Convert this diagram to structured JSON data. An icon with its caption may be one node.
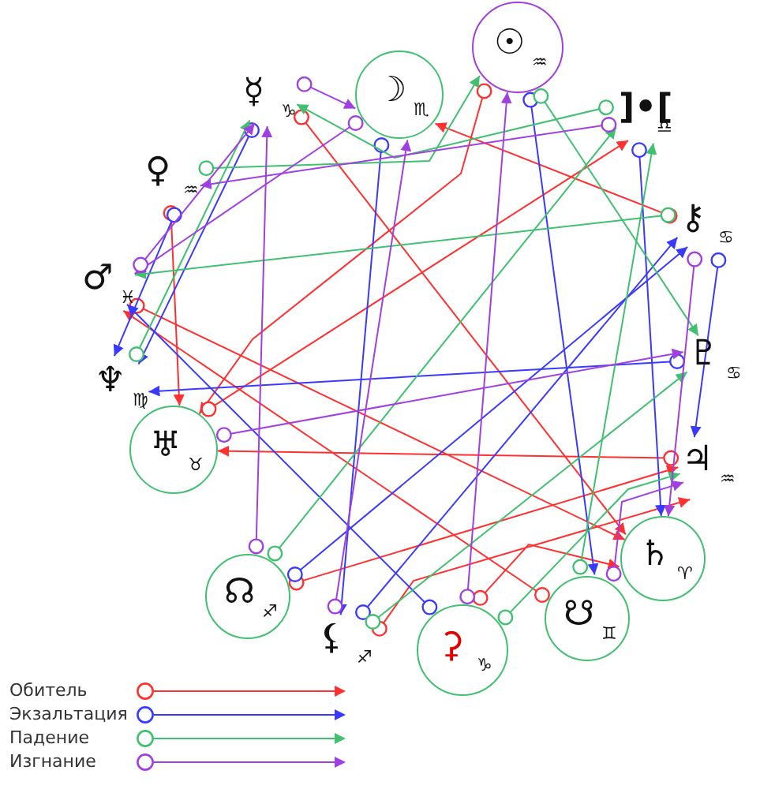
{
  "diagram": {
    "nodes": [
      {
        "text": [
          "☽",
          "♏"
        ]
      },
      {
        "text": [
          "☉",
          "♒"
        ]
      },
      {
        "text": [
          "]•[",
          "♎"
        ]
      },
      {
        "text": [
          "⚷",
          "♋"
        ]
      },
      {
        "text": [
          "♇",
          "♋"
        ]
      },
      {
        "text": [
          "♃",
          "♒"
        ]
      },
      {
        "text": [
          "♄",
          "♈"
        ]
      },
      {
        "text": [
          "☋",
          "♊"
        ]
      },
      {
        "text": [
          "⚳",
          "♑"
        ]
      },
      {
        "text": [
          "⚸",
          "♐"
        ]
      },
      {
        "text": [
          "☊",
          "♐"
        ]
      },
      {
        "text": [
          "♅",
          "♉"
        ]
      },
      {
        "text": [
          "♆",
          "♍"
        ]
      },
      {
        "text": [
          "♂",
          "♓"
        ]
      },
      {
        "text": [
          "♀",
          "♒"
        ]
      },
      {
        "text": [
          "☿",
          "♑"
        ]
      }
    ],
    "edges": [
      {
        "from": 15,
        "to": 6,
        "arrow": "to",
        "color": "#ff3030"
      },
      {
        "from": 14,
        "to": 11,
        "arrow": "to",
        "color": "#ff3030"
      },
      {
        "from": 1,
        "to": 11,
        "arrow": "to",
        "color": "#ff3030"
      },
      {
        "from": 3,
        "to": 0,
        "arrow": "to",
        "color": "#ff3030"
      },
      {
        "from": 5,
        "to": 11,
        "arrow": "to",
        "color": "#ff3030"
      },
      {
        "from": 8,
        "to": 6,
        "arrow": "to",
        "color": "#ff3030"
      },
      {
        "from": 10,
        "to": 5,
        "arrow": "to",
        "color": "#ff3030"
      },
      {
        "from": 9,
        "to": 5,
        "arrow": "to",
        "color": "#ff3030"
      },
      {
        "from": 7,
        "to": 13,
        "arrow": "to",
        "color": "#ff3030"
      },
      {
        "from": 13,
        "to": 6,
        "arrow": "to",
        "color": "#ff3030"
      },
      {
        "from": 11,
        "to": 2,
        "arrow": "to",
        "color": "#ff3030"
      },
      {
        "from": 15,
        "to": 12,
        "arrow": "to",
        "color": "#3a3aff"
      },
      {
        "from": 0,
        "to": 9,
        "arrow": "to",
        "color": "#3a3aff"
      },
      {
        "from": 1,
        "to": 7,
        "arrow": "to",
        "color": "#3a3aff"
      },
      {
        "from": 2,
        "to": 6,
        "arrow": "to",
        "color": "#3a3aff"
      },
      {
        "from": 3,
        "to": 5,
        "arrow": "to",
        "color": "#3a3aff"
      },
      {
        "from": 4,
        "to": 12,
        "arrow": "to",
        "color": "#3a3aff"
      },
      {
        "from": 10,
        "to": 3,
        "arrow": "to",
        "color": "#3a3aff"
      },
      {
        "from": 9,
        "to": 3,
        "arrow": "to",
        "color": "#3a3aff"
      },
      {
        "from": 8,
        "to": 13,
        "arrow": "to",
        "color": "#3a3aff"
      },
      {
        "from": 14,
        "to": 12,
        "arrow": "to",
        "color": "#3a3aff"
      },
      {
        "from": 12,
        "to": 15,
        "arrow": "to",
        "color": "#40c070"
      },
      {
        "from": 3,
        "to": 13,
        "arrow": "to",
        "color": "#40c070"
      },
      {
        "from": 10,
        "to": 2,
        "arrow": "to",
        "color": "#40c070"
      },
      {
        "from": 8,
        "to": 5,
        "arrow": "to",
        "color": "#40c070"
      },
      {
        "from": 7,
        "to": 2,
        "arrow": "to",
        "color": "#40c070"
      },
      {
        "from": 9,
        "to": 4,
        "arrow": "to",
        "color": "#40c070"
      },
      {
        "from": 2,
        "to": 15,
        "arrow": "to",
        "color": "#40c070"
      },
      {
        "from": 14,
        "to": 1,
        "arrow": "to",
        "color": "#40c070"
      },
      {
        "from": 1,
        "to": 4,
        "arrow": "to",
        "color": "#40c070"
      },
      {
        "from": 15,
        "to": 0,
        "arrow": "to",
        "color": "#a040e0"
      },
      {
        "from": 0,
        "to": 13,
        "arrow": "to",
        "color": "#a040e0"
      },
      {
        "from": 13,
        "to": 15,
        "arrow": "to",
        "color": "#a040e0"
      },
      {
        "from": 2,
        "to": 14,
        "arrow": "to",
        "color": "#a040e0"
      },
      {
        "from": 10,
        "to": 15,
        "arrow": "to",
        "color": "#a040e0"
      },
      {
        "from": 9,
        "to": 0,
        "arrow": "to",
        "color": "#a040e0"
      },
      {
        "from": 8,
        "to": 1,
        "arrow": "to",
        "color": "#a040e0"
      },
      {
        "from": 7,
        "to": 5,
        "arrow": "to",
        "color": "#a040e0"
      },
      {
        "from": 11,
        "to": 4,
        "arrow": "to",
        "color": "#a040e0"
      },
      {
        "from": 3,
        "to": 6,
        "arrow": "to",
        "color": "#a040e0"
      }
    ],
    "legend": [
      {
        "text": "Обитель",
        "color": "#ff3030"
      },
      {
        "text": "Экзальтация",
        "color": "#3a3aff"
      },
      {
        "text": "Падение",
        "color": "#40c070"
      },
      {
        "text": "Изгнание",
        "color": "#a040e0"
      }
    ]
  }
}
